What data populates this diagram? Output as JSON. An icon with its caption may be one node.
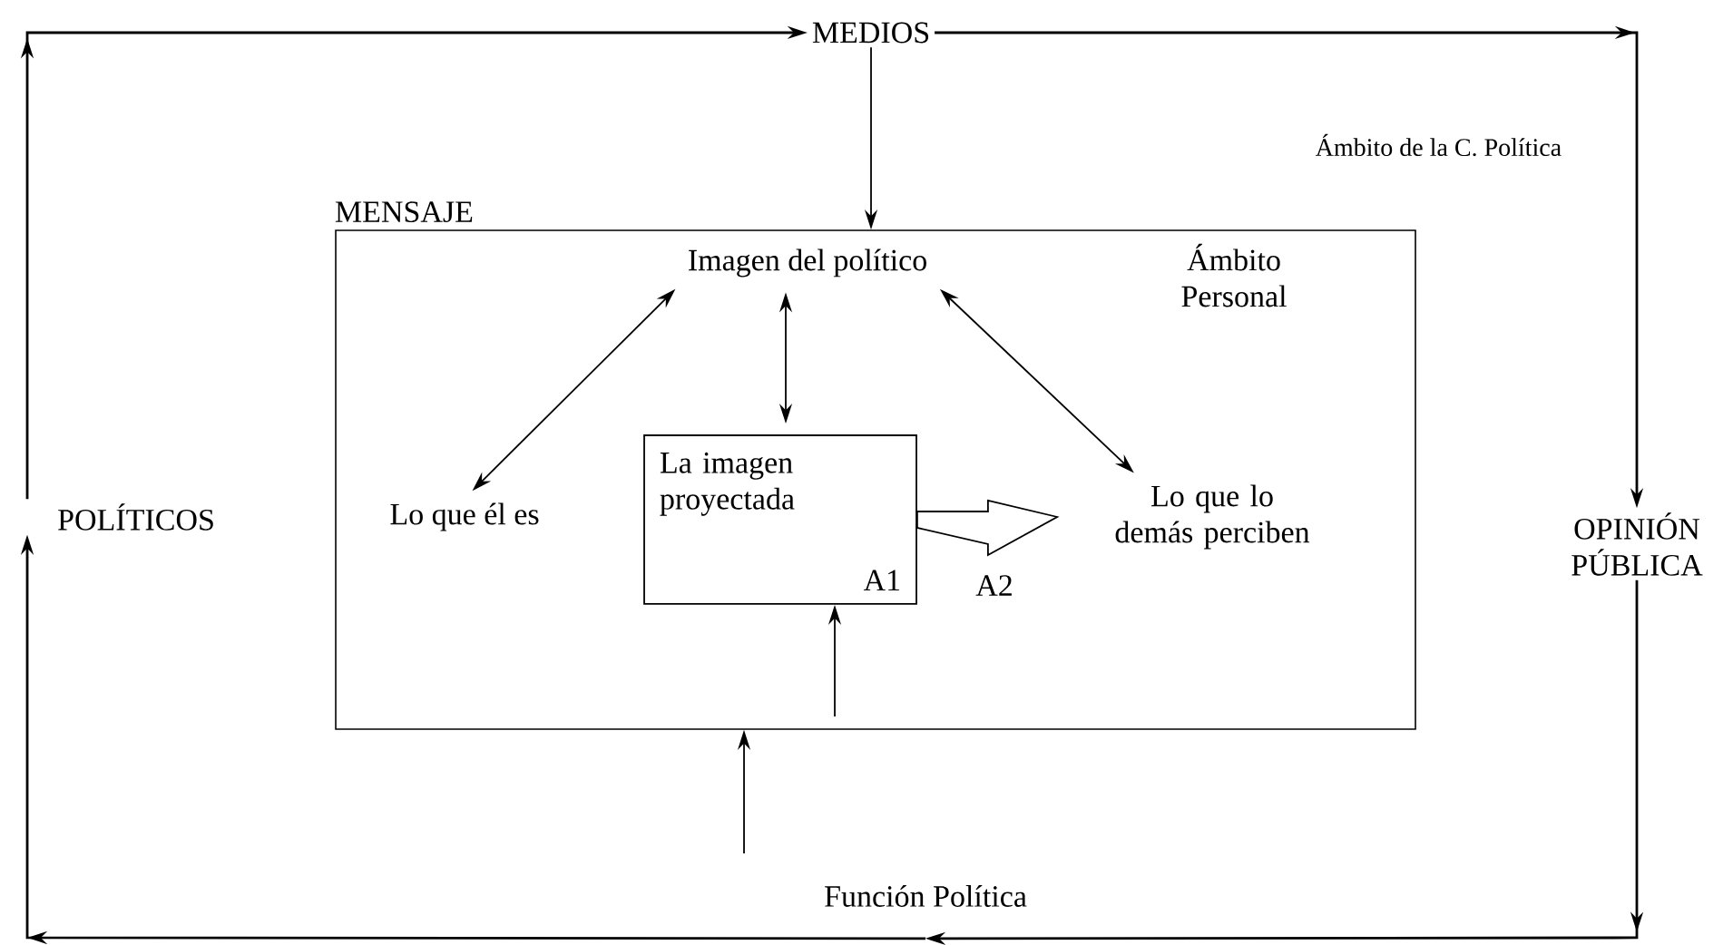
{
  "diagram": {
    "nodes": [
      {
        "text": [
          "POLÍTICOS"
        ]
      },
      {
        "text": [
          "MEDIOS"
        ]
      },
      {
        "text": [
          "OPINIÓN PÚBLICA"
        ]
      },
      {
        "text": [
          "Función Política"
        ]
      },
      {
        "text": [
          "MENSAJE",
          "Ámbito Personal"
        ]
      },
      {
        "text": [
          "Imagen del político"
        ],
        "in": 4
      },
      {
        "text": [
          "Lo que él es"
        ],
        "in": 4
      },
      {
        "text": [
          "La imagen proyectada",
          "A1"
        ],
        "in": 4
      },
      {
        "text": [
          "Lo que lo demás perciben"
        ],
        "in": 4
      }
    ],
    "edges": [
      {
        "from": 0,
        "to": 1,
        "arrow": "to"
      },
      {
        "from": 1,
        "to": 2,
        "arrow": "to"
      },
      {
        "from": 2,
        "to": 3,
        "arrow": "to"
      },
      {
        "from": 3,
        "to": 0,
        "arrow": "to"
      },
      {
        "from": 1,
        "to": 4,
        "arrow": "to"
      },
      {
        "from": 3,
        "to": 4,
        "arrow": "to"
      },
      {
        "from": 5,
        "to": 6,
        "arrow": "both"
      },
      {
        "from": 5,
        "to": 7,
        "arrow": "both"
      },
      {
        "from": 5,
        "to": 8,
        "arrow": "both"
      },
      {
        "from": 7,
        "to": 8,
        "arrow": "to",
        "label": "A2",
        "style": "thick"
      },
      {
        "from": null,
        "to": 7,
        "arrow": "to"
      }
    ],
    "labels": [
      "Ámbito de la C. Política"
    ]
  }
}
